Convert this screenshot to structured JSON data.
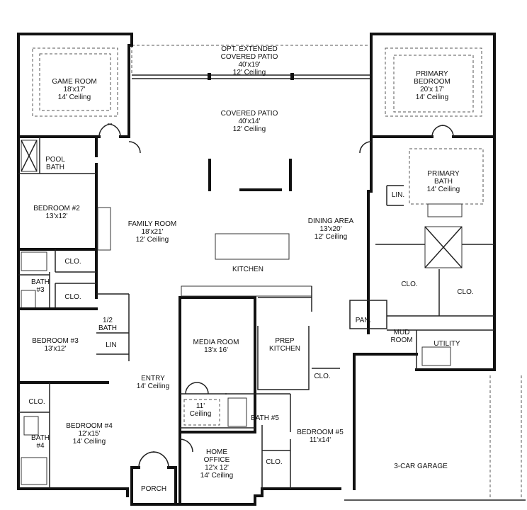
{
  "rooms": {
    "opt_patio": [
      "OPT. EXTENDED",
      "COVERED PATIO",
      "40'x19'",
      "12' Ceiling"
    ],
    "covered_patio": [
      "COVERED PATIO",
      "40'x14'",
      "12' Ceiling"
    ],
    "game_room": [
      "GAME ROOM",
      "18'x17'",
      "14' Ceiling"
    ],
    "primary_bedroom": [
      "PRIMARY",
      "BEDROOM",
      "20'x 17'",
      "14' Ceiling"
    ],
    "pool_bath": [
      "POOL",
      "BATH"
    ],
    "primary_bath": [
      "PRIMARY",
      "BATH",
      "14' Ceiling"
    ],
    "lin_primary": [
      "LIN."
    ],
    "bedroom2": [
      "BEDROOM #2",
      "13'x12'"
    ],
    "family_room": [
      "FAMILY ROOM",
      "18'x21'",
      "12' Ceiling"
    ],
    "dining_area": [
      "DINING AREA",
      "13'x20'",
      "12' Ceiling"
    ],
    "kitchen": [
      "KITCHEN"
    ],
    "clo_b2": [
      "CLO."
    ],
    "bath3": [
      "BATH",
      "#3"
    ],
    "clo_b3": [
      "CLO."
    ],
    "clo_primary_left": [
      "CLO."
    ],
    "clo_primary_right": [
      "CLO."
    ],
    "half_bath": [
      "1/2",
      "BATH"
    ],
    "lin_hall": [
      "LIN"
    ],
    "media_room": [
      "MEDIA ROOM",
      "13'x 16'"
    ],
    "prep_kitchen": [
      "PREP",
      "KITCHEN"
    ],
    "pan": [
      "PAN."
    ],
    "mud_room": [
      "MUD",
      "ROOM"
    ],
    "utility": [
      "UTILITY"
    ],
    "bedroom3": [
      "BEDROOM #3",
      "13'x12'"
    ],
    "entry": [
      "ENTRY",
      "14' Ceiling"
    ],
    "clo_entry": [
      "CLO."
    ],
    "clo_b4": [
      "CLO."
    ],
    "bedroom4": [
      "BEDROOM #4",
      "12'x15'",
      "14' Ceiling"
    ],
    "bath4": [
      "BATH",
      "#4"
    ],
    "ceiling11": [
      "11'",
      "Ceiling"
    ],
    "bath5": [
      "BATH #5"
    ],
    "bedroom5": [
      "BEDROOM #5",
      "11'x14'"
    ],
    "home_office": [
      "HOME",
      "OFFICE",
      "12'x 12'",
      "14' Ceiling"
    ],
    "clo_b5": [
      "CLO."
    ],
    "garage": [
      "3-CAR GARAGE"
    ],
    "porch": [
      "PORCH"
    ]
  }
}
